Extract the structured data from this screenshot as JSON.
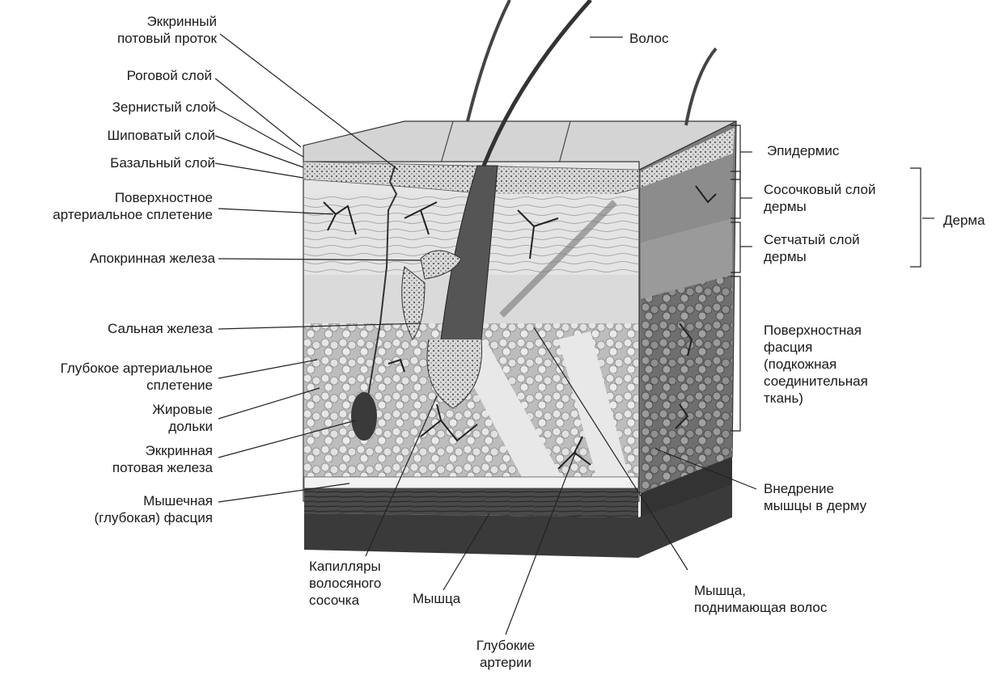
{
  "diagram": {
    "labels": {
      "eccrine_duct": "Эккринный\nпотовый проток",
      "horny_layer": "Роговой слой",
      "granular_layer": "Зернистый слой",
      "spinous_layer": "Шиповатый слой",
      "basal_layer": "Базальный слой",
      "superficial_plexus": "Поверхностное\nартериальное сплетение",
      "apocrine_gland": "Апокринная железа",
      "sebaceous_gland": "Сальная железа",
      "deep_plexus": "Глубокое артериальное\nсплетение",
      "fat_lobules": "Жировые\nдольки",
      "eccrine_gland": "Эккринная\nпотовая железа",
      "muscle_fascia": "Мышечная\n(глубокая) фасция",
      "hair": "Волос",
      "epidermis": "Эпидермис",
      "papillary_layer": "Сосочковый слой\nдермы",
      "reticular_layer": "Сетчатый слой\nдермы",
      "dermis": "Дерма",
      "superficial_fascia": "Поверхностная\nфасция\n(подкожная\nсоединительная\nткань)",
      "muscle_insertion": "Внедрение\nмышцы в дерму",
      "arrector_pili": "Мышца,\nподнимающая волос",
      "deep_arteries": "Глубокие\nартерии",
      "muscle": "Мышца",
      "papilla_capillaries": "Капилляры\nволосяного\nсосочка"
    }
  }
}
